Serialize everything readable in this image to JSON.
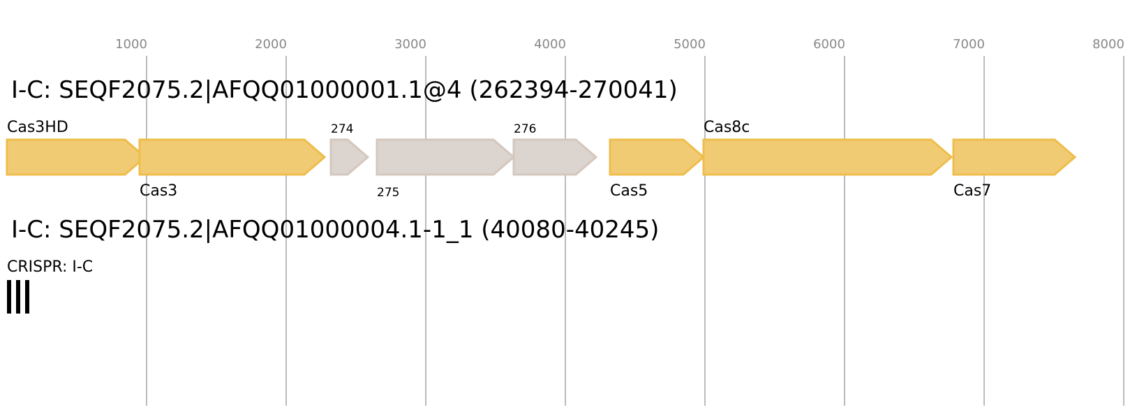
{
  "axis": {
    "min": 0,
    "max": 8000,
    "ticks": [
      1000,
      2000,
      3000,
      4000,
      5000,
      6000,
      7000,
      8000
    ],
    "tick_labels": [
      "1000",
      "2000",
      "3000",
      "4000",
      "5000",
      "6000",
      "7000",
      "8000"
    ]
  },
  "colors": {
    "cas_fill": "#f1cb73",
    "cas_stroke": "#eebd4b",
    "other_fill": "#dcd4cf",
    "other_stroke": "#d4c7bd",
    "grid": "#bbbbbb",
    "crispr": "#000000"
  },
  "loci": [
    {
      "title": "I-C: SEQF2075.2|AFQQ01000001.1@4 (262394-270041)",
      "genes": [
        {
          "label": "Cas3HD",
          "start": 0,
          "end": 990,
          "type": "cas",
          "label_pos": "above"
        },
        {
          "label": "Cas3",
          "start": 950,
          "end": 2275,
          "type": "cas",
          "label_pos": "below"
        },
        {
          "label": "274",
          "start": 2320,
          "end": 2585,
          "type": "other",
          "label_pos": "above"
        },
        {
          "label": "275",
          "start": 2650,
          "end": 3630,
          "type": "other",
          "label_pos": "below"
        },
        {
          "label": "276",
          "start": 3630,
          "end": 4220,
          "type": "other",
          "label_pos": "above"
        },
        {
          "label": "Cas5",
          "start": 4320,
          "end": 4990,
          "type": "cas",
          "label_pos": "below"
        },
        {
          "label": "Cas8c",
          "start": 4990,
          "end": 6765,
          "type": "cas",
          "label_pos": "above"
        },
        {
          "label": "Cas7",
          "start": 6780,
          "end": 7650,
          "type": "cas",
          "label_pos": "below"
        }
      ]
    },
    {
      "title": "I-C: SEQF2075.2|AFQQ01000004.1-1_1 (40080-40245)",
      "crispr": {
        "label": "CRISPR: I-C",
        "repeat_count": 3
      }
    }
  ]
}
